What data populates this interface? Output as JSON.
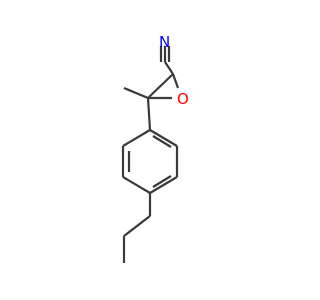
{
  "molecule": {
    "atoms": [
      {
        "id": "N1",
        "symbol": "N",
        "color": "#0000ff"
      },
      {
        "id": "O1",
        "symbol": "O",
        "color": "#ff0000"
      }
    ],
    "colors": {
      "bond": "#3a3a3a",
      "background": "#ffffff"
    }
  }
}
